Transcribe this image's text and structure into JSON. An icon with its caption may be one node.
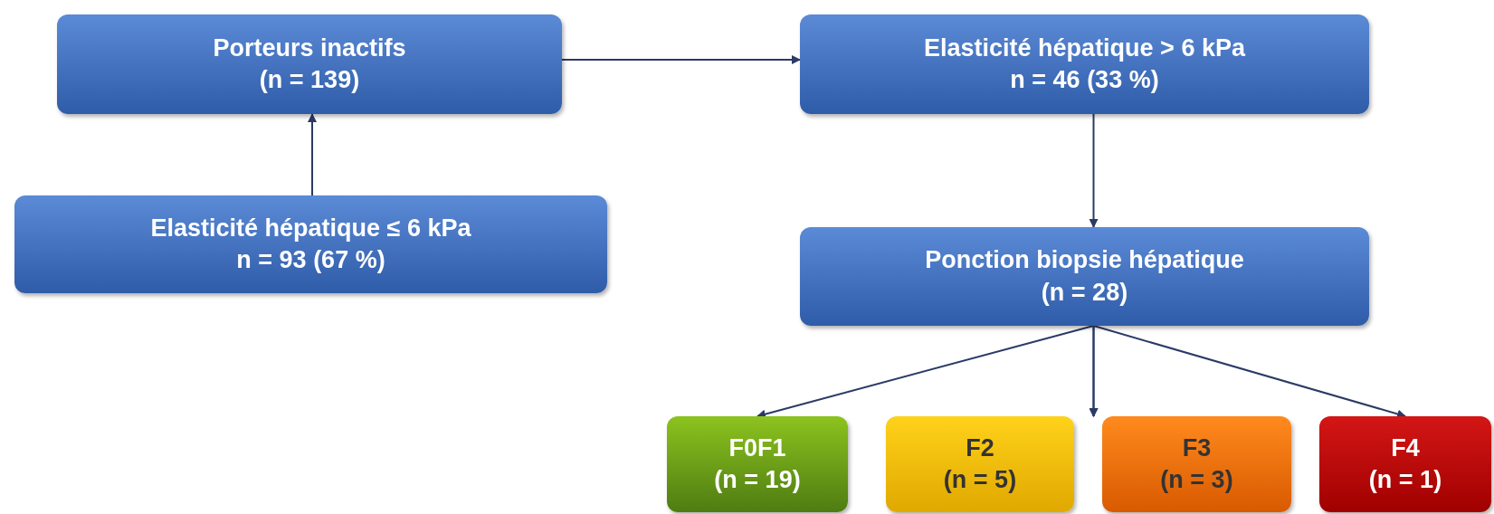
{
  "diagram": {
    "nodes": [
      {
        "text": [
          "Porteurs inactifs",
          "(n = 139)"
        ]
      },
      {
        "text": [
          "Elasticité hépatique > 6 kPa",
          "n = 46 (33 %)"
        ]
      },
      {
        "text": [
          "Elasticité hépatique ≤ 6 kPa",
          "n = 93 (67 %)"
        ]
      },
      {
        "text": [
          "Ponction biopsie hépatique",
          "(n = 28)"
        ]
      },
      {
        "text": [
          "F0F1",
          "(n = 19)"
        ]
      },
      {
        "text": [
          "F2",
          "(n = 5)"
        ]
      },
      {
        "text": [
          "F3",
          "(n = 3)"
        ]
      },
      {
        "text": [
          "F4",
          "(n = 1)"
        ]
      }
    ],
    "edges": [
      {
        "from": 2,
        "to": 0,
        "arrow": "to"
      },
      {
        "from": 0,
        "to": 1,
        "arrow": "to"
      },
      {
        "from": 1,
        "to": 3,
        "arrow": "to"
      },
      {
        "from": 3,
        "to": 4,
        "arrow": "to"
      },
      {
        "from": 3,
        "to": 5,
        "arrow": "to"
      },
      {
        "from": 3,
        "to": 6,
        "arrow": "to"
      },
      {
        "from": 3,
        "to": 7,
        "arrow": "to"
      }
    ]
  }
}
